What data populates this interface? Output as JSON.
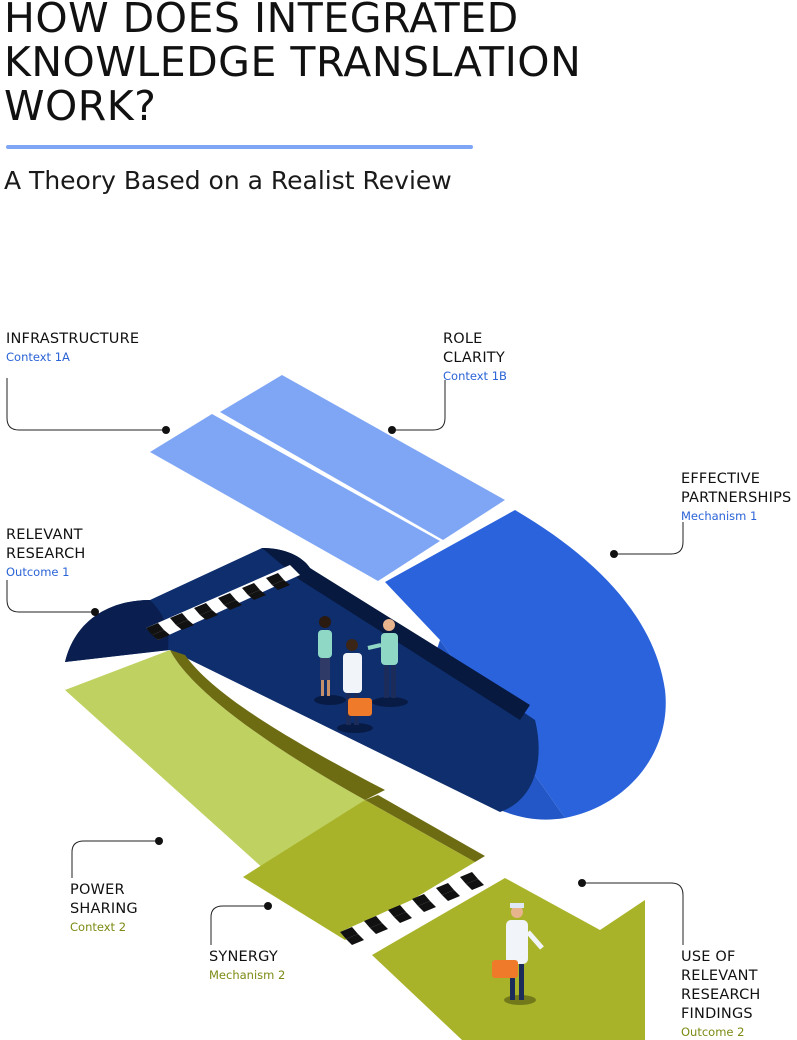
{
  "header": {
    "title_lines": [
      "HOW DOES INTEGRATED",
      "KNOWLEDGE TRANSLATION",
      "WORK?"
    ],
    "subtitle": "A Theory Based on a Realist Review"
  },
  "colors": {
    "light_blue": "#7fa6f5",
    "bright_blue": "#2b63dd",
    "navy": "#0f2e6e",
    "navy_dark": "#0a1f4f",
    "light_green": "#bfd161",
    "olive": "#a9b32a",
    "olive_dark": "#6e6c12",
    "accent_blue_text": "#2a63d6",
    "accent_olive_text": "#7c8a12"
  },
  "callouts": {
    "infrastructure": {
      "name": "INFRASTRUCTURE",
      "role": "Context 1A"
    },
    "role_clarity": {
      "name": "ROLE\nCLARITY",
      "role": "Context 1B"
    },
    "effective_partnerships": {
      "name": "EFFECTIVE\nPARTNERSHIPS",
      "role": "Mechanism 1"
    },
    "relevant_research": {
      "name": "RELEVANT\nRESEARCH",
      "role": "Outcome 1"
    },
    "power_sharing": {
      "name": "POWER\nSHARING",
      "role": "Context 2"
    },
    "synergy": {
      "name": "SYNERGY",
      "role": "Mechanism 2"
    },
    "use_of_findings": {
      "name": "USE OF\nRELEVANT\nRESEARCH\nFINDINGS",
      "role": "Outcome 2"
    }
  }
}
